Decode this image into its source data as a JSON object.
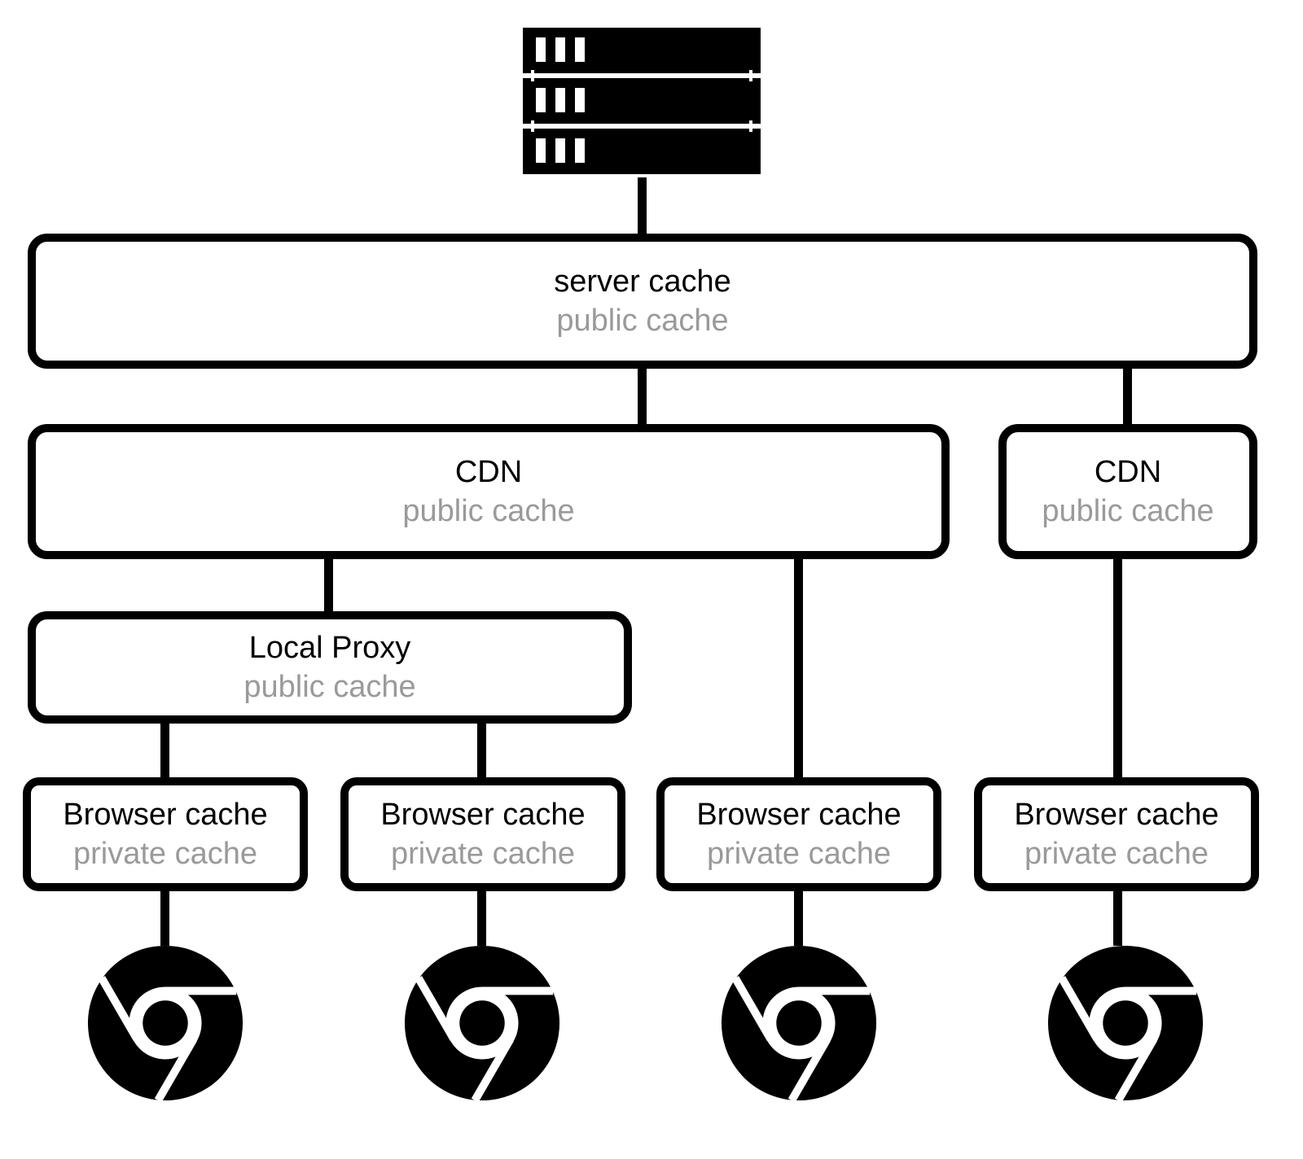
{
  "diagram": {
    "colors": {
      "stroke": "#000000",
      "title_text": "#000000",
      "subtitle_text": "#9a9a9a",
      "background": "#ffffff"
    },
    "origin": {
      "icon": "server-rack-icon"
    },
    "server_cache": {
      "title": "server cache",
      "subtitle": "public cache"
    },
    "cdn_left": {
      "title": "CDN",
      "subtitle": "public cache"
    },
    "cdn_right": {
      "title": "CDN",
      "subtitle": "public cache"
    },
    "local_proxy": {
      "title": "Local Proxy",
      "subtitle": "public cache"
    },
    "browsers": [
      {
        "title": "Browser cache",
        "subtitle": "private cache",
        "icon": "chrome-icon"
      },
      {
        "title": "Browser cache",
        "subtitle": "private cache",
        "icon": "chrome-icon"
      },
      {
        "title": "Browser cache",
        "subtitle": "private cache",
        "icon": "chrome-icon"
      },
      {
        "title": "Browser cache",
        "subtitle": "private cache",
        "icon": "chrome-icon"
      }
    ]
  }
}
